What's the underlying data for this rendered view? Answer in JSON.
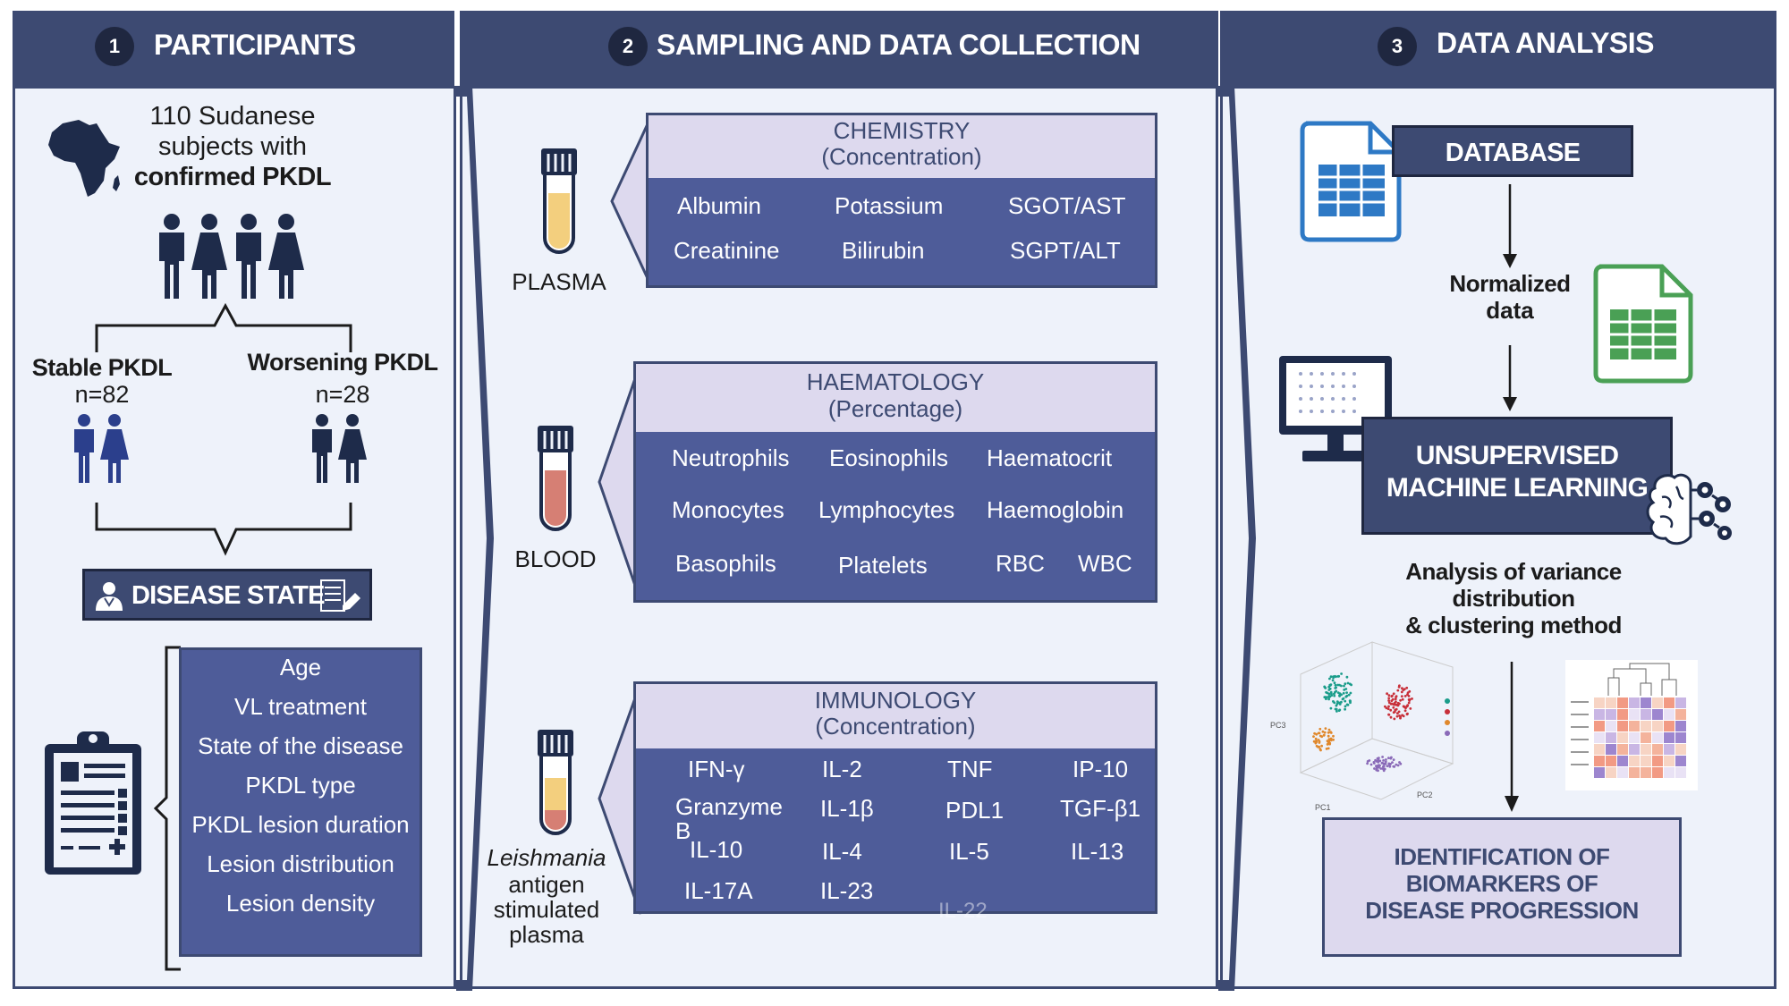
{
  "sections": [
    {
      "number": "1",
      "title": "PARTICIPANTS"
    },
    {
      "number": "2",
      "title": "SAMPLING AND DATA COLLECTION"
    },
    {
      "number": "3",
      "title": "DATA ANALYSIS"
    }
  ],
  "participants": {
    "line1": "110 Sudanese",
    "line2": "subjects with",
    "line3": "confirmed PKDL",
    "stable_label": "Stable PKDL",
    "stable_n": "n=82",
    "worsening_label": "Worsening PKDL",
    "worsening_n": "n=28",
    "disease_state": "DISEASE STATE",
    "variables": [
      "Age",
      "VL treatment",
      "State of the disease",
      "PKDL type",
      "PKDL lesion duration",
      "Lesion distribution",
      "Lesion density"
    ]
  },
  "sampling": {
    "plasma_label": "PLASMA",
    "blood_label": "BLOOD",
    "antigen_label_italic": "Leishmania",
    "antigen_label_rest": [
      "antigen",
      "stimulated",
      "plasma"
    ],
    "chemistry": {
      "title": "CHEMISTRY",
      "subtitle": "(Concentration)",
      "items": [
        "Albumin",
        "Potassium",
        "SGOT/AST",
        "Creatinine",
        "Bilirubin",
        "SGPT/ALT"
      ]
    },
    "haematology": {
      "title": "HAEMATOLOGY",
      "subtitle": "(Percentage)",
      "items": [
        "Neutrophils",
        "Eosinophils",
        "Haematocrit",
        "Monocytes",
        "Lymphocytes",
        "Haemoglobin",
        "Basophils",
        "Platelets",
        "RBC",
        "WBC"
      ]
    },
    "immunology": {
      "title": "IMMUNOLOGY",
      "subtitle": "(Concentration)",
      "items": [
        "IFN-γ",
        "IL-2",
        "TNF",
        "IP-10",
        "Granzyme B",
        "IL-1β",
        "PDL1",
        "TGF-β1",
        "IL-10",
        "IL-4",
        "IL-5",
        "IL-13",
        "IL-17A",
        "IL-23",
        "IL-22"
      ]
    }
  },
  "analysis": {
    "database": "DATABASE",
    "normalized_line1": "Normalized",
    "normalized_line2": "data",
    "uml_line1": "UNSUPERVISED",
    "uml_line2": "MACHINE LEARNING",
    "anova_line1": "Analysis of variance",
    "anova_line2": "distribution",
    "anova_line3": "& clustering method",
    "id_line1": "IDENTIFICATION  OF",
    "id_line2": "BIOMARKERS OF",
    "id_line3": "DISEASE PROGRESSION",
    "pc_labels": [
      "PC1",
      "PC2",
      "PC3"
    ]
  },
  "colors": {
    "header": "#3d4a72",
    "box": "#4e5c99",
    "box_head": "#ddd9ee",
    "panel": "#eef2fa",
    "people": "#1e2b4a",
    "people_stable": "#2b3f8c",
    "doc_blue": "#2e79c5",
    "doc_green": "#4aa055",
    "cluster_teal": "#1a9c8a",
    "cluster_red": "#c8303a",
    "cluster_orange": "#e0882c",
    "cluster_purple": "#8a6ab8"
  },
  "icons": [
    "africa-map-icon",
    "people-icon",
    "clipboard-icon",
    "test-tube-icon",
    "spreadsheet-icon",
    "monitor-icon",
    "brain-gear-icon",
    "scatter-3d-icon",
    "heatmap-icon"
  ]
}
